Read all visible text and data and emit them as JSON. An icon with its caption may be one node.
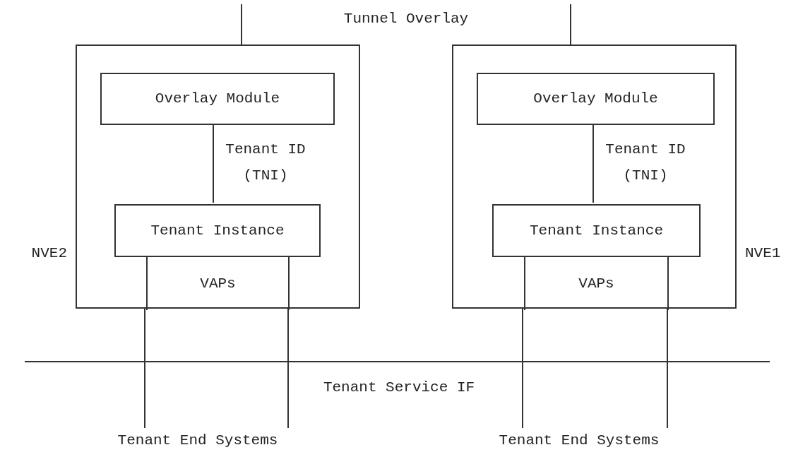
{
  "diagram": {
    "nodes": [
      {
        "text": [
          "NVE2"
        ]
      },
      {
        "text": [
          "Overlay Module"
        ],
        "in": 0
      },
      {
        "text": [
          "Tenant Instance"
        ],
        "in": 0
      },
      {
        "text": [
          "VAPs"
        ],
        "in": 0
      },
      {
        "text": [
          "NVE1"
        ]
      },
      {
        "text": [
          "Overlay Module"
        ],
        "in": 4
      },
      {
        "text": [
          "Tenant Instance"
        ],
        "in": 4
      },
      {
        "text": [
          "VAPs"
        ],
        "in": 4
      },
      {
        "text": [
          "Tenant End Systems"
        ]
      },
      {
        "text": [
          "Tenant End Systems"
        ]
      }
    ],
    "edges": [
      {
        "from": null,
        "to": 0,
        "arrow": "none"
      },
      {
        "from": null,
        "to": 4,
        "arrow": "none"
      },
      {
        "from": 1,
        "to": 2,
        "arrow": "none",
        "label": "Tenant ID (TNI)"
      },
      {
        "from": 5,
        "to": 6,
        "arrow": "none",
        "label": "Tenant ID (TNI)"
      },
      {
        "from": 3,
        "to": 8,
        "arrow": "none"
      },
      {
        "from": 3,
        "to": 8,
        "arrow": "none"
      },
      {
        "from": 7,
        "to": 9,
        "arrow": "none"
      },
      {
        "from": 7,
        "to": 9,
        "arrow": "none"
      }
    ],
    "labels": [
      "Tunnel Overlay",
      "Tenant Service IF"
    ]
  }
}
